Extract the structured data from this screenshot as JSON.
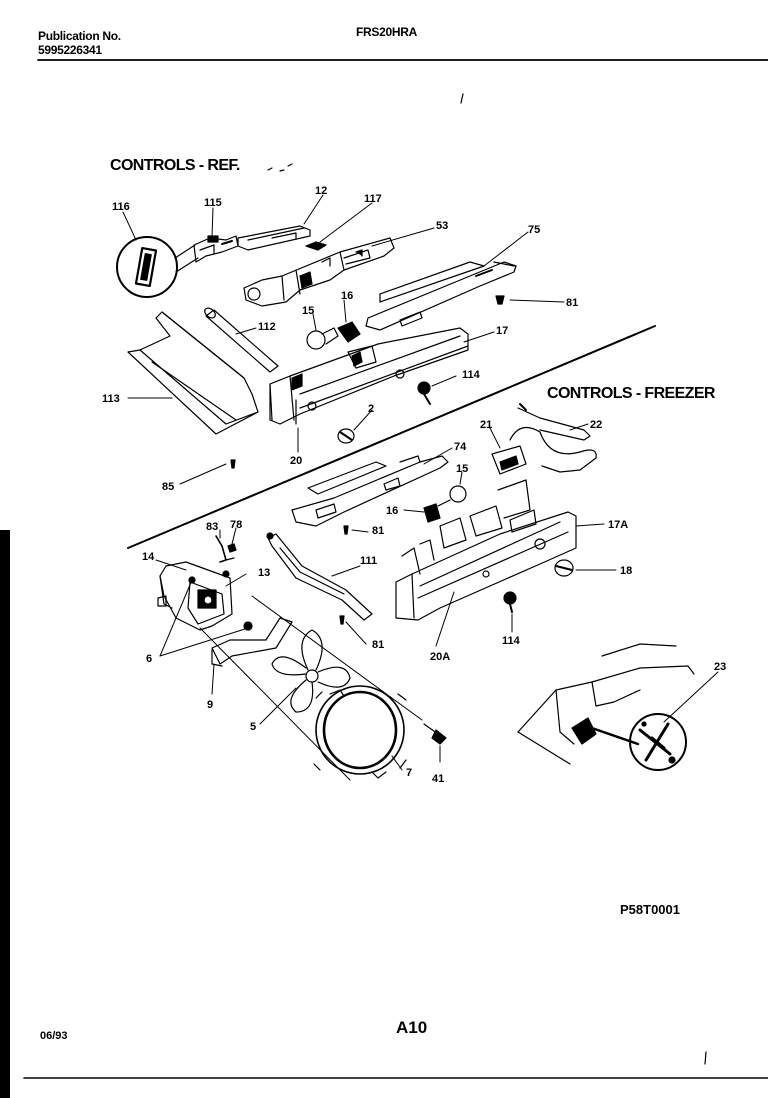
{
  "header": {
    "publication_label": "Publication No.",
    "publication_number": "5995226341",
    "model": "FRS20HRA"
  },
  "sections": {
    "ref_title": "CONTROLS - REF.",
    "freezer_title": "CONTROLS - FREEZER"
  },
  "callouts": [
    "116",
    "115",
    "12",
    "117",
    "53",
    "75",
    "81",
    "16",
    "15",
    "112",
    "17",
    "113",
    "2",
    "114",
    "20",
    "85",
    "74",
    "15",
    "21",
    "22",
    "16",
    "81",
    "17A",
    "18",
    "83",
    "78",
    "14",
    "13",
    "111",
    "6",
    "81",
    "20A",
    "114",
    "9",
    "5",
    "7",
    "41",
    "23"
  ],
  "footer": {
    "drawing_id": "P58T0001",
    "date": "06/93",
    "page": "A10"
  },
  "colors": {
    "ink": "#000000",
    "paper": "#ffffff"
  }
}
